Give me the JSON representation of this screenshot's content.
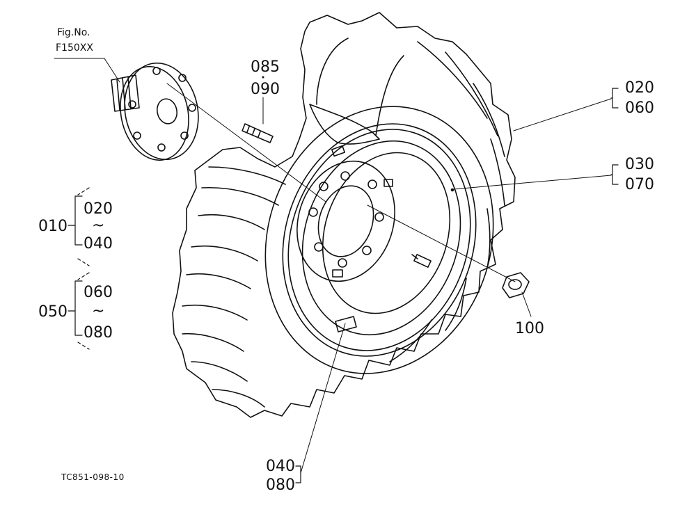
{
  "figure": {
    "fig_no_label": "Fig.No.",
    "fig_no_value": "F150XX",
    "drawing_code": "TC851-098-10"
  },
  "callouts": {
    "stud_a": "085",
    "stud_b": "090",
    "tire_a": "020",
    "tire_b": "060",
    "rim_a": "030",
    "rim_b": "070",
    "nut": "100",
    "valve_a": "040",
    "valve_b": "080"
  },
  "assemblies": [
    {
      "code": "010",
      "from": "020",
      "range_mark": "~",
      "to": "040"
    },
    {
      "code": "050",
      "from": "060",
      "range_mark": "~",
      "to": "080"
    }
  ]
}
